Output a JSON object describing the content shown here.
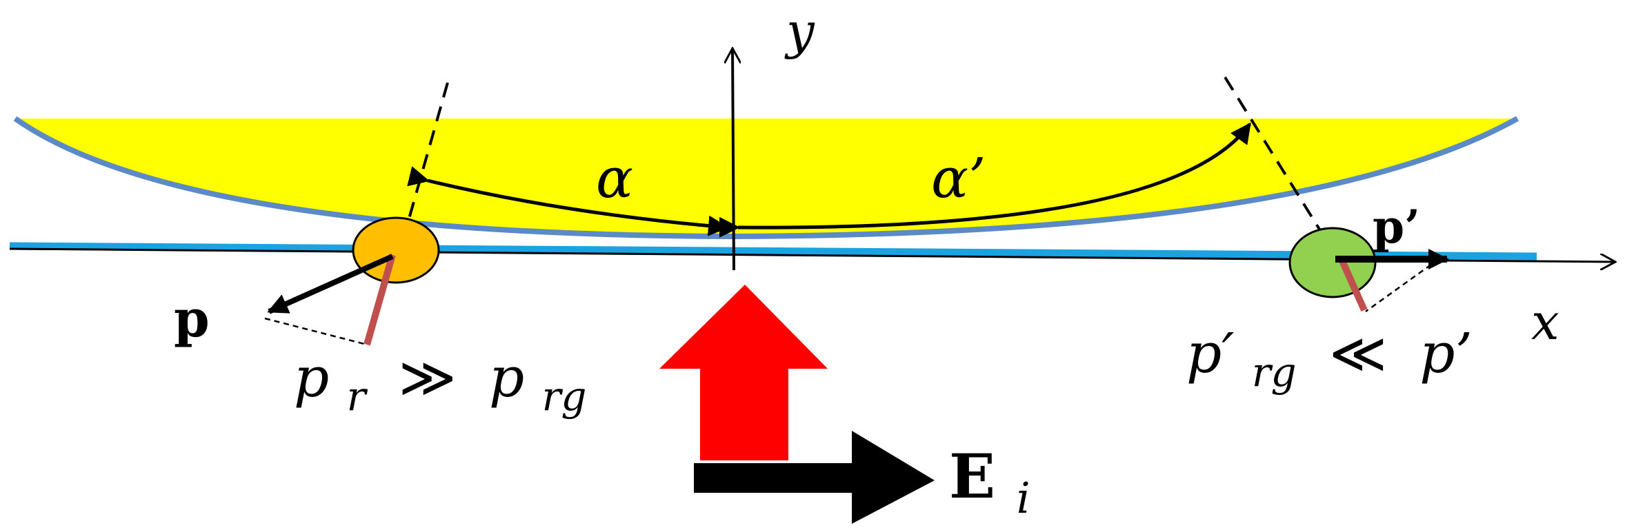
{
  "labels": {
    "axis_y": "y",
    "axis_x": "x",
    "angle_left": "α",
    "angle_right": "α’",
    "dipole_left": "p",
    "dipole_right": "p’",
    "relation_left_p1": "p",
    "relation_left_sub1": "r",
    "relation_left_op": "≫",
    "relation_left_p2": "p",
    "relation_left_sub2": "rg",
    "relation_right_p1": "p′",
    "relation_right_sub1": "rg",
    "relation_right_op": "≪",
    "relation_right_p2": "p’",
    "field_main": "E",
    "field_sub": "i"
  },
  "colors": {
    "lens_fill": "#ffff00",
    "lens_edge": "#5b8ac6",
    "substrate_line": "#1aa3e0",
    "particle_left": "#ffbf00",
    "particle_right": "#92d050",
    "projection_stroke": "#c0504d",
    "incident_arrow": "#ff0000",
    "field_arrow": "#000000"
  }
}
